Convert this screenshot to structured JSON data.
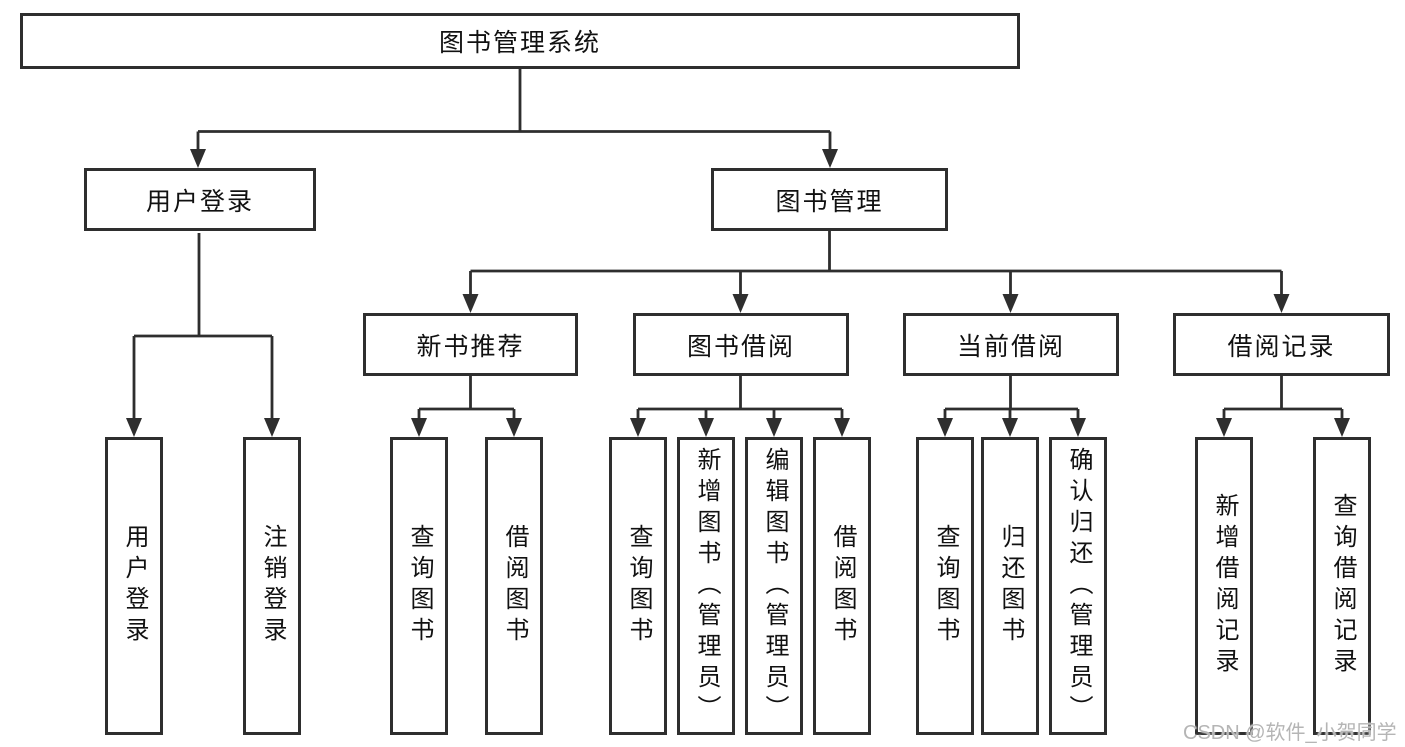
{
  "diagram": {
    "title": "图书管理系统",
    "level2": {
      "user_login": "用户登录",
      "book_management": "图书管理"
    },
    "user_login_children": [
      "用户登录",
      "注销登录"
    ],
    "sections": [
      {
        "label": "新书推荐",
        "children": [
          "查询图书",
          "借阅图书"
        ]
      },
      {
        "label": "图书借阅",
        "children": [
          "查询图书",
          "新增图书（管理员）",
          "编辑图书（管理员）",
          "借阅图书"
        ]
      },
      {
        "label": "当前借阅",
        "children": [
          "查询图书",
          "归还图书",
          "确认归还（管理员）"
        ]
      },
      {
        "label": "借阅记录",
        "children": [
          "新增借阅记录",
          "查询借阅记录"
        ]
      }
    ],
    "watermark": "CSDN @软件_小贺同学"
  },
  "colors": {
    "line": "#2e2e2e",
    "text": "#111111",
    "box_background": "#ffffff",
    "watermark": "#b5b5b5",
    "background": "#ffffff"
  }
}
